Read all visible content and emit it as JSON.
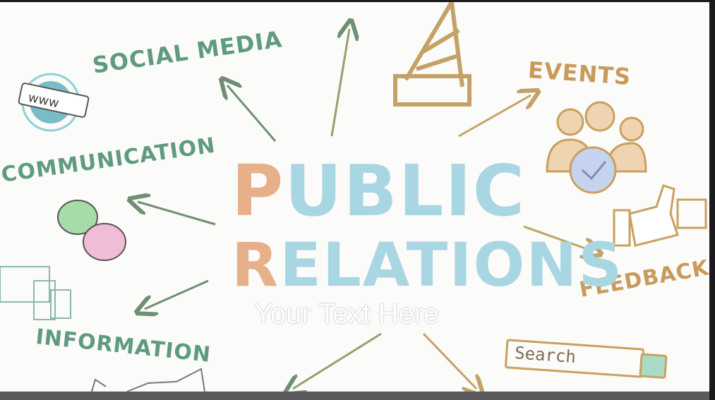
{
  "title": {
    "line1_first": "P",
    "line1_rest": "UBLIC",
    "line2_first": "R",
    "line2_rest": "ELATIONS"
  },
  "overlay_text": "Your Text Here",
  "labels": {
    "social_media": "SOCIAL MEDIA",
    "communication": "COMMUNICATION",
    "information": "INFORMATION",
    "events": "EVENTS",
    "feedback": "FEEDBACK"
  },
  "globe_text": "www",
  "search_text": "Search",
  "colors": {
    "green": "#5f9a82",
    "tan": "#c99a5c",
    "blue": "#a9d6e3",
    "orange": "#e8b08a"
  }
}
